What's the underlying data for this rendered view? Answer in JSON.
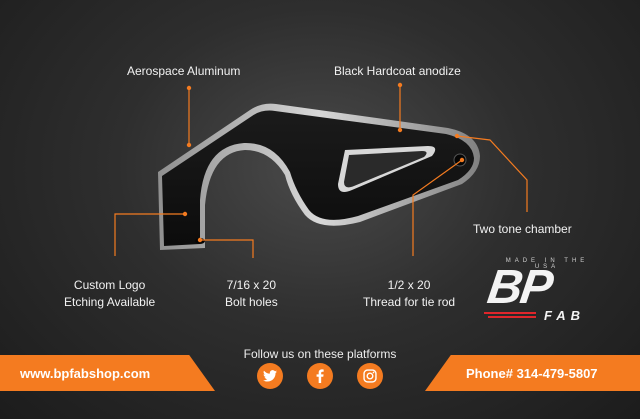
{
  "labels": {
    "aerospace": "Aerospace Aluminum",
    "anodize": "Black Hardcoat anodize",
    "two_tone": "Two tone chamber",
    "custom_logo_line1": "Custom Logo",
    "custom_logo_line2": "Etching Available",
    "bolt_line1": "7/16 x 20",
    "bolt_line2": "Bolt holes",
    "thread_line1": "1/2 x 20",
    "thread_line2": "Thread for tie rod"
  },
  "logo": {
    "tagline": "MADE IN THE USA",
    "brand": "BP",
    "sub": "FAB"
  },
  "footer": {
    "website": "www.bpfabshop.com",
    "phone": "Phone# 314-479-5807",
    "follow_text": "Follow us on these platforms",
    "social": [
      {
        "icon": "twitter-icon",
        "glyph": "🐦"
      },
      {
        "icon": "facebook-icon",
        "glyph": "f"
      },
      {
        "icon": "instagram-icon",
        "glyph": "◎"
      }
    ]
  },
  "colors": {
    "accent": "#f47b20",
    "callout": "#f47b20",
    "background": "#2e2e2e"
  }
}
